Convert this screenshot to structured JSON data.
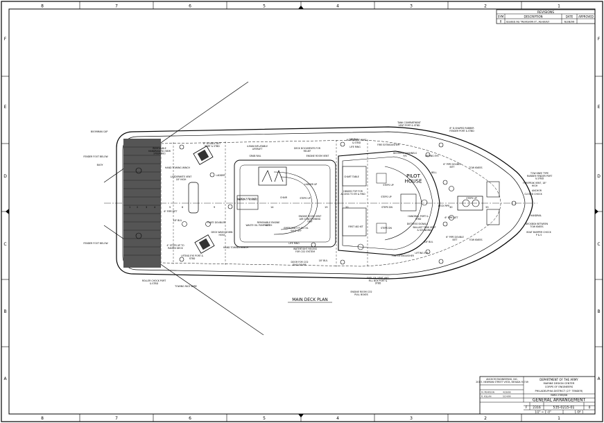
{
  "sheet": {
    "col_labels": [
      "8",
      "7",
      "6",
      "5",
      "4",
      "3",
      "2",
      "1"
    ],
    "row_labels": [
      "F",
      "E",
      "D",
      "C",
      "B",
      "A"
    ]
  },
  "revisions": {
    "title": "REVISIONS",
    "headers": [
      "SYM",
      "DESCRIPTION",
      "DATE",
      "APPROVED"
    ],
    "row": [
      "0",
      "ISSUED AS \"REVISION 0\", AS-BUILT",
      "6/28/99",
      ""
    ]
  },
  "plan_title": "MAIN DECK PLAN",
  "pilot_house": "PILOT\nHOUSE",
  "callouts_left": [
    "BOOMMAN CAP",
    "BUOY",
    "FENDER FOOT BELOW",
    "FENDER FOOT BELOW",
    "ROLLER CHOCK PORT & STBD",
    "TOWING FACE WIRE"
  ],
  "callouts_top": [
    "8\" DOUBLE BITT PORT & STBD",
    "REMOVABLE HANDRAILING (NEW STEERING)",
    "4-MAN INFLATABLE LIFERAFT",
    "GRAB RAIL",
    "HAND TOWING WINCH",
    "LADDER",
    "ENGINE ROOM VENT",
    "DECK DOCUMENTS FOR RELIEF",
    "6\" PIPE BITT PORT & STBD",
    "LIFE RING",
    "18\" BUL",
    "TANK COMPARTMENT VENT PORT & STBD",
    "FIRE EXTINGUISHER",
    "DISTRESS CHANNELS P/S",
    "LIFTING EYE",
    "BELL",
    "8\" D-SHAPED RUBBER FENDER PORT & STBD",
    "6\" PIPE DOUBLE BITT",
    "TOW KNEES"
  ],
  "callouts_right": [
    "TOW KNEE TYPE RUBBER FENDER PORT & STBD",
    "FOREPEAK VENT, 18\" HIGH",
    "ANCHOR",
    "CLOSED CHOCK",
    "HANDRAIL",
    "DECKBOX BETWEEN TOW KNEES",
    "BOAT BUMPER CHOCK P & S"
  ],
  "callouts_mid": [
    "LADDERWITE VENT 18\" HIGH",
    "6\" PIPE BITT",
    "18\" BUL",
    "PLATE DOUBLER",
    "DECK WASH DOWN HOSE",
    "WASTE OIL PUMP OUT",
    "REMOVABLE ENGINE HATCH",
    "EMERGENCY FUEL OIL SHUT OFF",
    "ENGINE ROOM VENT AIR CONDITIONING UNIT",
    "LIFE RING",
    "WATERTIGHT RECESS FOR CO2 SYSTEM",
    "DOOR FOR CO2 ENCLOSURE",
    "18\" BUL",
    "CHART TABLE",
    "HINGED TOP FOR ACCESS TO ER & FWD",
    "FIRST AID KIT",
    "STEPS UP",
    "STEPS DN",
    "HANDRAIL PORT & STBD",
    "DISTRESS SIGNALS",
    "BALLAST TANK VENT & SOUNDING",
    "FIRE EXTINGUISHER",
    "LIFTING EYE",
    "FUEL OIL VENT AND FILL BOX PORT & STBD",
    "ENGINE ROOM CO2 PULL BOXES",
    "HAND TOWING WINCH",
    "LIFTING EYE PORT & STBD",
    "4\" STEPS UP TO RAISED DECK",
    "HATCH 7 TO EXIT",
    "CHAIR",
    "LADDER UP",
    "STEPS UP",
    "STEPS UP",
    "DECK PIPE",
    "STEPS UP",
    "STEPS DN",
    "6\" PIPE BITT",
    "18\" BUL",
    "6\" PIPE DOUBLE BITT",
    "TOW KNEES"
  ],
  "title_block": {
    "company": "DEPARTMENT OF THE ARMY",
    "center": "MARINE DESIGN CENTER",
    "corps": "CORPS OF ENGINEERS",
    "district": "PHILADELPHIA DISTRICT (27' TENDER)",
    "yard": "YARD 2789/06",
    "drawing_title": "GENERAL ARRANGEMENT",
    "designer": "ANCHOR ENGINEERING, INC. 201 E. NEWMAN STREET VISTA, NEVADA 91749",
    "size": "F",
    "cage": "2316",
    "dwg_no": "535-0215-01",
    "rev": "0",
    "scale": "1/2\" = 1'-0\"",
    "sheet": "1 OF 1",
    "drawn": "M. PEARSON",
    "checked": "R. KILLAN",
    "date1": "4/28/99",
    "date2": "5/14/99"
  }
}
